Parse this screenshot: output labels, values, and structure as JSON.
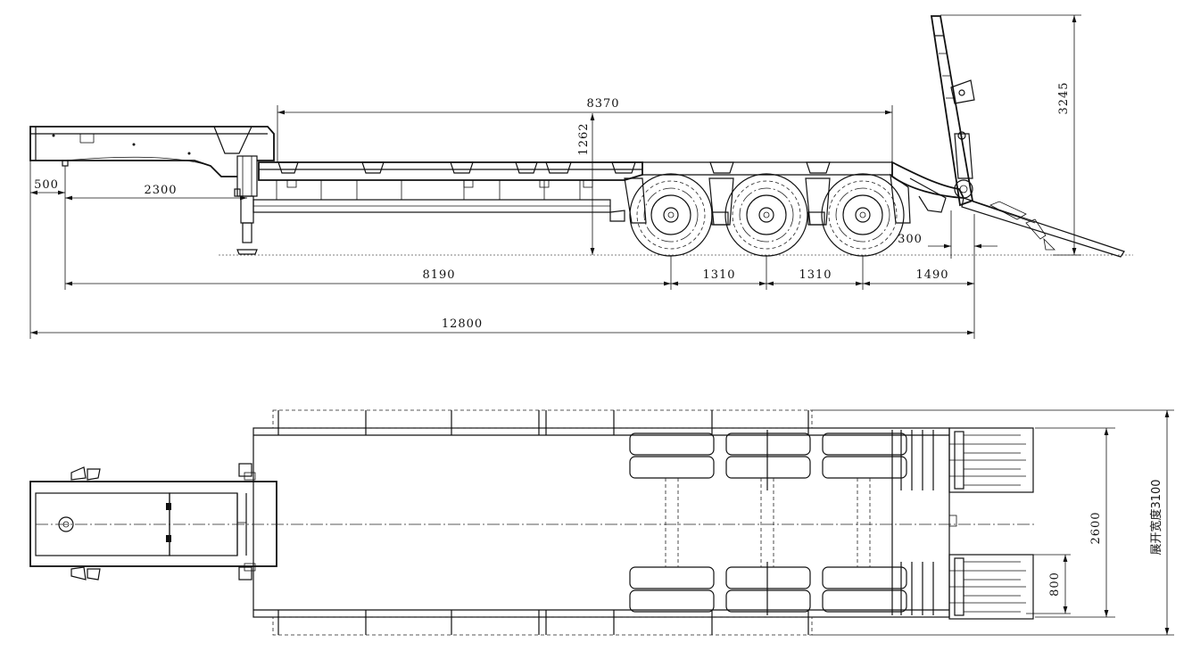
{
  "drawing": {
    "side_view": {
      "dimensions": {
        "deck_length": "8370",
        "deck_height": "1262",
        "ramp_height": "3245",
        "front_overhang": "500",
        "kingpin_offset": "2300",
        "ramp_overhang": "300",
        "kingpin_to_axle": "8190",
        "axle_spacing_1": "1310",
        "axle_spacing_2": "1310",
        "rear_overhang": "1490",
        "overall_length": "12800"
      }
    },
    "top_view": {
      "dimensions": {
        "body_width": "2600",
        "ramp_width": "800",
        "extended_width": "展开宽度3100"
      }
    }
  }
}
